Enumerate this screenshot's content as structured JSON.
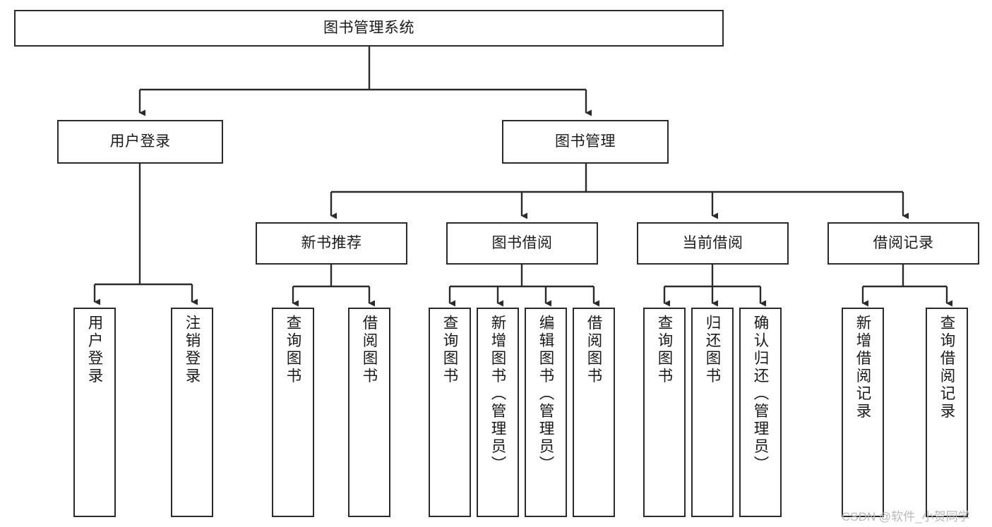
{
  "diagram": {
    "title": "图书管理系统",
    "watermark": "CSDN @软件_小贺同学",
    "colors": {
      "stroke": "#2b2b2b",
      "fill": "#ffffff",
      "text": "#1a1a1a",
      "watermark": "#b9b9b9"
    },
    "levels": {
      "root": {
        "label": "图书管理系统"
      },
      "level2": [
        {
          "label": "用户登录"
        },
        {
          "label": "图书管理"
        }
      ],
      "level3": [
        {
          "label": "新书推荐"
        },
        {
          "label": "图书借阅"
        },
        {
          "label": "当前借阅"
        },
        {
          "label": "借阅记录"
        }
      ],
      "leaves": {
        "user_login": [
          {
            "label": "用户登录"
          },
          {
            "label": "注销登录"
          }
        ],
        "new_book": [
          {
            "label": "查询图书"
          },
          {
            "label": "借阅图书"
          }
        ],
        "book_borrow": [
          {
            "label": "查询图书"
          },
          {
            "label": "新增图书（管理员）"
          },
          {
            "label": "编辑图书（管理员）"
          },
          {
            "label": "借阅图书"
          }
        ],
        "current_borrow": [
          {
            "label": "查询图书"
          },
          {
            "label": "归还图书"
          },
          {
            "label": "确认归还（管理员）"
          }
        ],
        "borrow_record": [
          {
            "label": "新增借阅记录"
          },
          {
            "label": "查询借阅记录"
          }
        ]
      }
    }
  }
}
